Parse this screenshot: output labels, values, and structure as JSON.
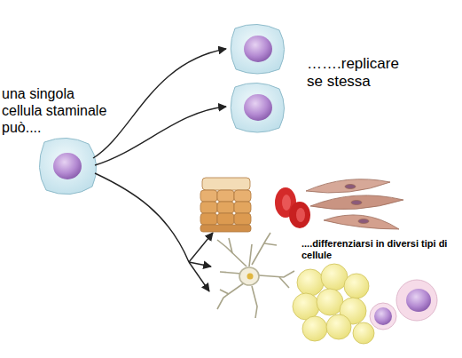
{
  "diagram": {
    "labels": [
      "una singola cellula staminale può....",
      "…….replicare se stessa",
      "....differenziarsi in diversi tipi di cellule"
    ]
  }
}
